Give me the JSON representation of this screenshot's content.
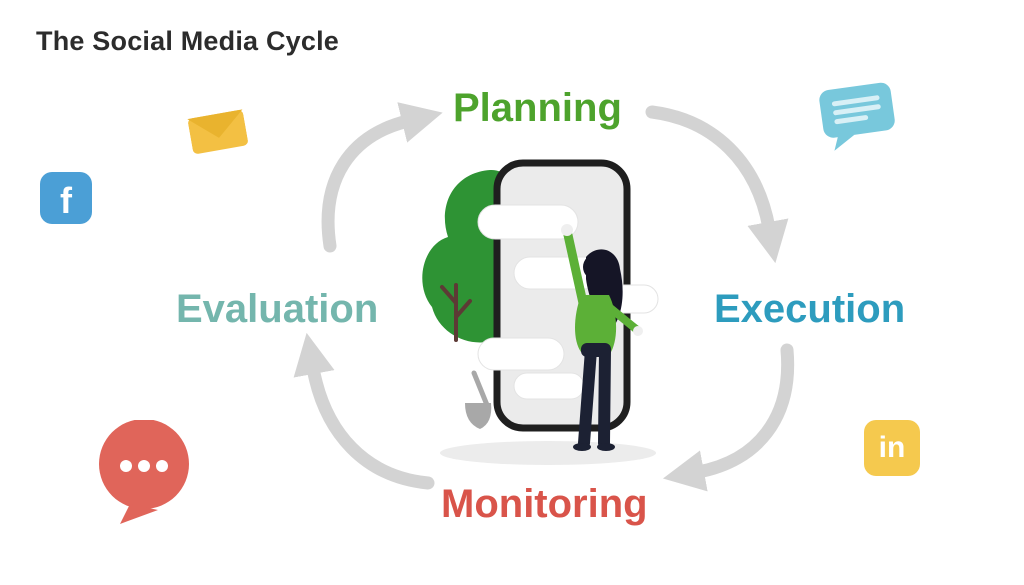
{
  "title": "The Social Media Cycle",
  "diagram": {
    "type": "cycle",
    "stages": {
      "planning": {
        "label": "Planning",
        "color": "#4da32c",
        "position": "top"
      },
      "execution": {
        "label": "Execution",
        "color": "#2d9cbe",
        "position": "right"
      },
      "monitoring": {
        "label": "Monitoring",
        "color": "#d9544a",
        "position": "bottom"
      },
      "evaluation": {
        "label": "Evaluation",
        "color": "#74b6ad",
        "position": "left"
      }
    },
    "arrow_color": "#d3d3d3",
    "flow": [
      "Planning",
      "Execution",
      "Monitoring",
      "Evaluation"
    ]
  },
  "icons": {
    "facebook": {
      "glyph": "f",
      "color": "#4b9fd6"
    },
    "linkedin": {
      "glyph": "in",
      "color": "#f5c94e"
    },
    "envelope": {
      "color": "#f3c043"
    },
    "chat_bubble": {
      "color": "#78c8dc"
    },
    "speech_dots": {
      "color": "#e0655a"
    }
  },
  "center_illustration": {
    "description": "person arranging message bubbles on a large smartphone beside a green plant"
  }
}
